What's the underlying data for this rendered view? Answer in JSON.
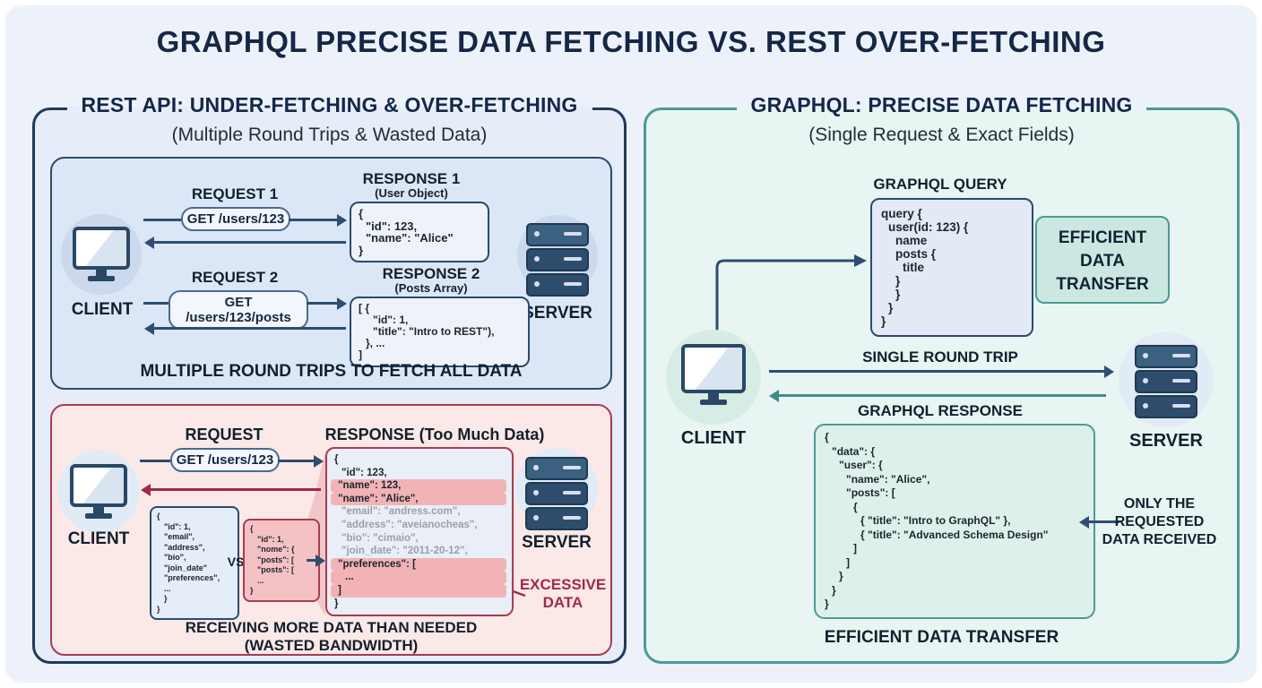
{
  "page_title": "GRAPHQL PRECISE DATA FETCHING VS. REST OVER-FETCHING",
  "colors": {
    "navy": "#2e4d70",
    "teal": "#3e8e88",
    "crimson": "#a32945",
    "highlight_pink": "#f1b3b6",
    "panel_rest_bg": "#e6edf9",
    "panel_gql_bg": "#e8f5f2"
  },
  "rest": {
    "title": "REST API: UNDER-FETCHING & OVER-FETCHING",
    "subtitle": "(Multiple Round Trips & Wasted Data)",
    "trips": {
      "client_label": "CLIENT",
      "server_label": "SERVER",
      "request1_label": "REQUEST 1",
      "request1_method": "GET /users/123",
      "response1_label": "RESPONSE 1",
      "response1_sub": "(User Object)",
      "response1_code": [
        {
          "t": "{"
        },
        {
          "t": "\"id\": 123,",
          "i": 1
        },
        {
          "t": "\"name\": \"Alice\"",
          "i": 1
        },
        {
          "t": "}"
        }
      ],
      "request2_label": "REQUEST 2",
      "request2_method": "GET /users/123/posts",
      "response2_label": "RESPONSE 2",
      "response2_sub": "(Posts Array)",
      "response2_code": [
        {
          "t": "[ {"
        },
        {
          "t": "\"id\": 1,",
          "i": 2
        },
        {
          "t": "\"title\": \"Intro to REST\"),",
          "i": 2
        },
        {
          "t": "}, ...",
          "i": 1
        },
        {
          "t": "]"
        }
      ],
      "caption": "MULTIPLE ROUND TRIPS TO FETCH ALL DATA"
    },
    "over": {
      "client_label": "CLIENT",
      "server_label": "SERVER",
      "request_label": "REQUEST",
      "request_method": "GET /users/123",
      "response_label": "RESPONSE (Too Much Data)",
      "response_code": [
        {
          "t": "{"
        },
        {
          "t": "\"id\": 123,",
          "i": 1
        },
        {
          "t": "\"name\": 123,",
          "i": 1,
          "s": "hl"
        },
        {
          "t": "\"name\": \"Alice\",",
          "i": 1,
          "s": "hl"
        },
        {
          "t": "\"email\": \"andress.com\",",
          "i": 1,
          "s": "m"
        },
        {
          "t": "\"address\": \"aveianocheas\",",
          "i": 1,
          "s": "m"
        },
        {
          "t": "\"bio\": \"cimaio\",",
          "i": 1,
          "s": "m"
        },
        {
          "t": "\"join_date\": \"2011-20-12\",",
          "i": 1,
          "s": "m"
        },
        {
          "t": "\"preferences\": [",
          "i": 1,
          "s": "hl"
        },
        {
          "t": "...",
          "i": 2,
          "s": "hl"
        },
        {
          "t": "]",
          "i": 1,
          "s": "hl"
        },
        {
          "t": "}"
        }
      ],
      "needed_code": [
        {
          "t": "{"
        },
        {
          "t": "\"id\": 1,",
          "i": 1
        },
        {
          "t": "\"email\",",
          "i": 1
        },
        {
          "t": "\"address\",",
          "i": 1
        },
        {
          "t": "\"bio\",",
          "i": 1
        },
        {
          "t": "\"join_date\"",
          "i": 1
        },
        {
          "t": "\"preferences\",",
          "i": 1
        },
        {
          "t": "...",
          "i": 1
        },
        {
          "t": "}",
          "i": 1
        },
        {
          "t": "}"
        }
      ],
      "vs_label": "VS.",
      "requested_code": [
        {
          "t": "{"
        },
        {
          "t": "\"id\": 1,",
          "i": 1
        },
        {
          "t": "\"nome\": {",
          "i": 1
        },
        {
          "t": "\"posts\": [",
          "i": 1
        },
        {
          "t": "\"posts\": [",
          "i": 1
        },
        {
          "t": "...",
          "i": 1
        },
        {
          "t": "}"
        }
      ],
      "excessive_line1": "EXCESSIVE",
      "excessive_line2": "DATA",
      "caption_1": "RECEIVING MORE DATA THAN NEEDED",
      "caption_2": "(WASTED BANDWIDTH)"
    }
  },
  "graphql": {
    "title": "GRAPHQL: PRECISE DATA FETCHING",
    "subtitle": "(Single Request & Exact Fields)",
    "query_label": "GRAPHQL QUERY",
    "query_code": [
      {
        "t": "query {"
      },
      {
        "t": "user(id: 123) {",
        "i": 1
      },
      {
        "t": "name",
        "i": 2
      },
      {
        "t": "posts {",
        "i": 2
      },
      {
        "t": "title",
        "i": 3
      },
      {
        "t": "}",
        "i": 2
      },
      {
        "t": "}",
        "i": 2
      },
      {
        "t": "}",
        "i": 1
      },
      {
        "t": "}"
      }
    ],
    "badge_lines": [
      "EFFICIENT",
      "DATA",
      "TRANSFER"
    ],
    "client_label": "CLIENT",
    "server_label": "SERVER",
    "round_trip_label": "SINGLE ROUND TRIP",
    "response_label": "GRAPHQL RESPONSE",
    "response_code": [
      {
        "t": "{"
      },
      {
        "t": "\"data\": {",
        "i": 1
      },
      {
        "t": "\"user\": {",
        "i": 2
      },
      {
        "t": "\"name\": \"Alice\",",
        "i": 3
      },
      {
        "t": "\"posts\": [",
        "i": 3
      },
      {
        "t": "{",
        "i": 4
      },
      {
        "t": "{ \"title\": \"Intro to GraphQL\" },",
        "i": 5
      },
      {
        "t": "{ \"title\": \"Advanced Schema Design\"",
        "i": 5
      },
      {
        "t": "]",
        "i": 4
      },
      {
        "t": "]",
        "i": 3
      },
      {
        "t": "}",
        "i": 2
      },
      {
        "t": "}",
        "i": 1
      },
      {
        "t": "}"
      }
    ],
    "only_lines": [
      "ONLY THE",
      "REQUESTED",
      "DATA RECEIVED"
    ],
    "caption": "EFFICIENT DATA TRANSFER"
  }
}
